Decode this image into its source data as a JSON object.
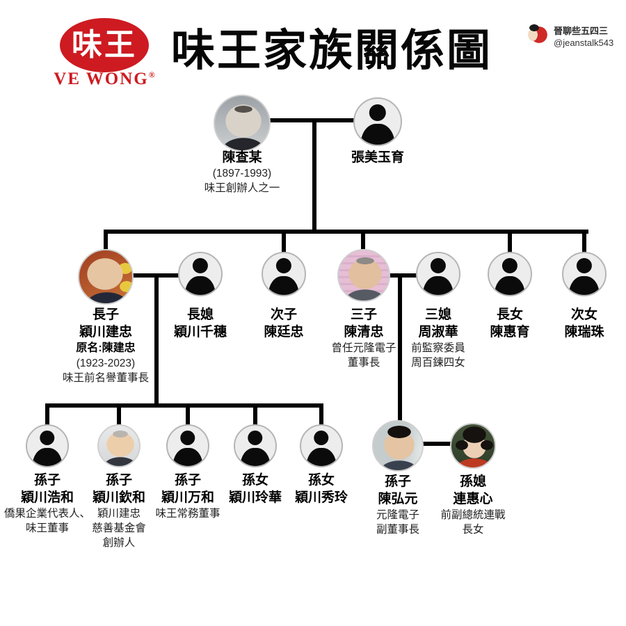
{
  "header": {
    "logo_chinese": "味王",
    "logo_english": "VE WONG",
    "logo_registered": "®",
    "title": "味王家族關係圖",
    "credit_name": "晉聊些五四三",
    "credit_handle": "@jeanstalk543",
    "brand_red": "#cd1b21",
    "line_color": "#000000"
  },
  "gen1": [
    {
      "name": "陳查某",
      "l1": "(1897-1993)",
      "l2": "味王創辦人之一"
    },
    {
      "name": "張美玉育"
    }
  ],
  "gen2": [
    {
      "role": "長子",
      "name": "穎川建忠",
      "l1": "原名:陳建忠",
      "l2": "(1923-2023)",
      "l3": "味王前名譽董事長"
    },
    {
      "role": "長媳",
      "name": "穎川千穗"
    },
    {
      "role": "次子",
      "name": "陳廷忠"
    },
    {
      "role": "三子",
      "name": "陳清忠",
      "l1": "曾任元隆電子",
      "l2": "董事長"
    },
    {
      "role": "三媳",
      "name": "周淑華",
      "l1": "前監察委員",
      "l2": "周百鍊四女"
    },
    {
      "role": "長女",
      "name": "陳惠育"
    },
    {
      "role": "次女",
      "name": "陳瑞珠"
    }
  ],
  "gen3": [
    {
      "role": "孫子",
      "name": "穎川浩和",
      "l1": "僑果企業代表人、",
      "l2": "味王董事"
    },
    {
      "role": "孫子",
      "name": "穎川欽和",
      "l1": "穎川建忠",
      "l2": "慈善基金會",
      "l3": "創辦人"
    },
    {
      "role": "孫子",
      "name": "穎川万和",
      "l1": "味王常務董事"
    },
    {
      "role": "孫女",
      "name": "穎川玲華"
    },
    {
      "role": "孫女",
      "name": "穎川秀玲"
    },
    {
      "role": "孫子",
      "name": "陳弘元",
      "l1": "元隆電子",
      "l2": "副董事長"
    },
    {
      "role": "孫媳",
      "name": "連惠心",
      "l1": "前副總統連戰",
      "l2": "長女"
    }
  ]
}
